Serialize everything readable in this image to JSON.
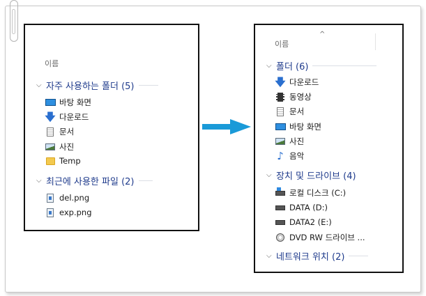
{
  "left_panel": {
    "column_header": "이름",
    "frequent": {
      "title": "자주 사용하는 폴더 (5)",
      "items": [
        {
          "label": "바탕 화면",
          "icon": "desktop-icon"
        },
        {
          "label": "다운로드",
          "icon": "download-arrow-icon"
        },
        {
          "label": "문서",
          "icon": "document-icon"
        },
        {
          "label": "사진",
          "icon": "picture-icon"
        },
        {
          "label": "Temp",
          "icon": "folder-icon"
        }
      ]
    },
    "recent": {
      "title": "최근에 사용한 파일 (2)",
      "items": [
        {
          "label": "del.png",
          "icon": "png-file-icon"
        },
        {
          "label": "exp.png",
          "icon": "png-file-icon"
        }
      ]
    }
  },
  "right_panel": {
    "column_header": "이름",
    "folders": {
      "title": "폴더 (6)",
      "items": [
        {
          "label": "다운로드",
          "icon": "download-arrow-icon"
        },
        {
          "label": "동영상",
          "icon": "video-icon"
        },
        {
          "label": "문서",
          "icon": "document-icon"
        },
        {
          "label": "바탕 화면",
          "icon": "desktop-icon"
        },
        {
          "label": "사진",
          "icon": "picture-icon"
        },
        {
          "label": "음악",
          "icon": "music-note-icon"
        }
      ]
    },
    "drives": {
      "title": "장치 및 드라이브 (4)",
      "items": [
        {
          "label": "로컬 디스크 (C:)",
          "icon": "system-drive-icon"
        },
        {
          "label": "DATA (D:)",
          "icon": "drive-icon"
        },
        {
          "label": "DATA2 (E:)",
          "icon": "drive-icon"
        },
        {
          "label": "DVD RW 드라이브 ...",
          "icon": "dvd-drive-icon"
        }
      ]
    },
    "network": {
      "title": "네트워크 위치 (2)"
    }
  },
  "colors": {
    "group_title": "#1f3b8c",
    "arrow": "#1a9ad8"
  }
}
